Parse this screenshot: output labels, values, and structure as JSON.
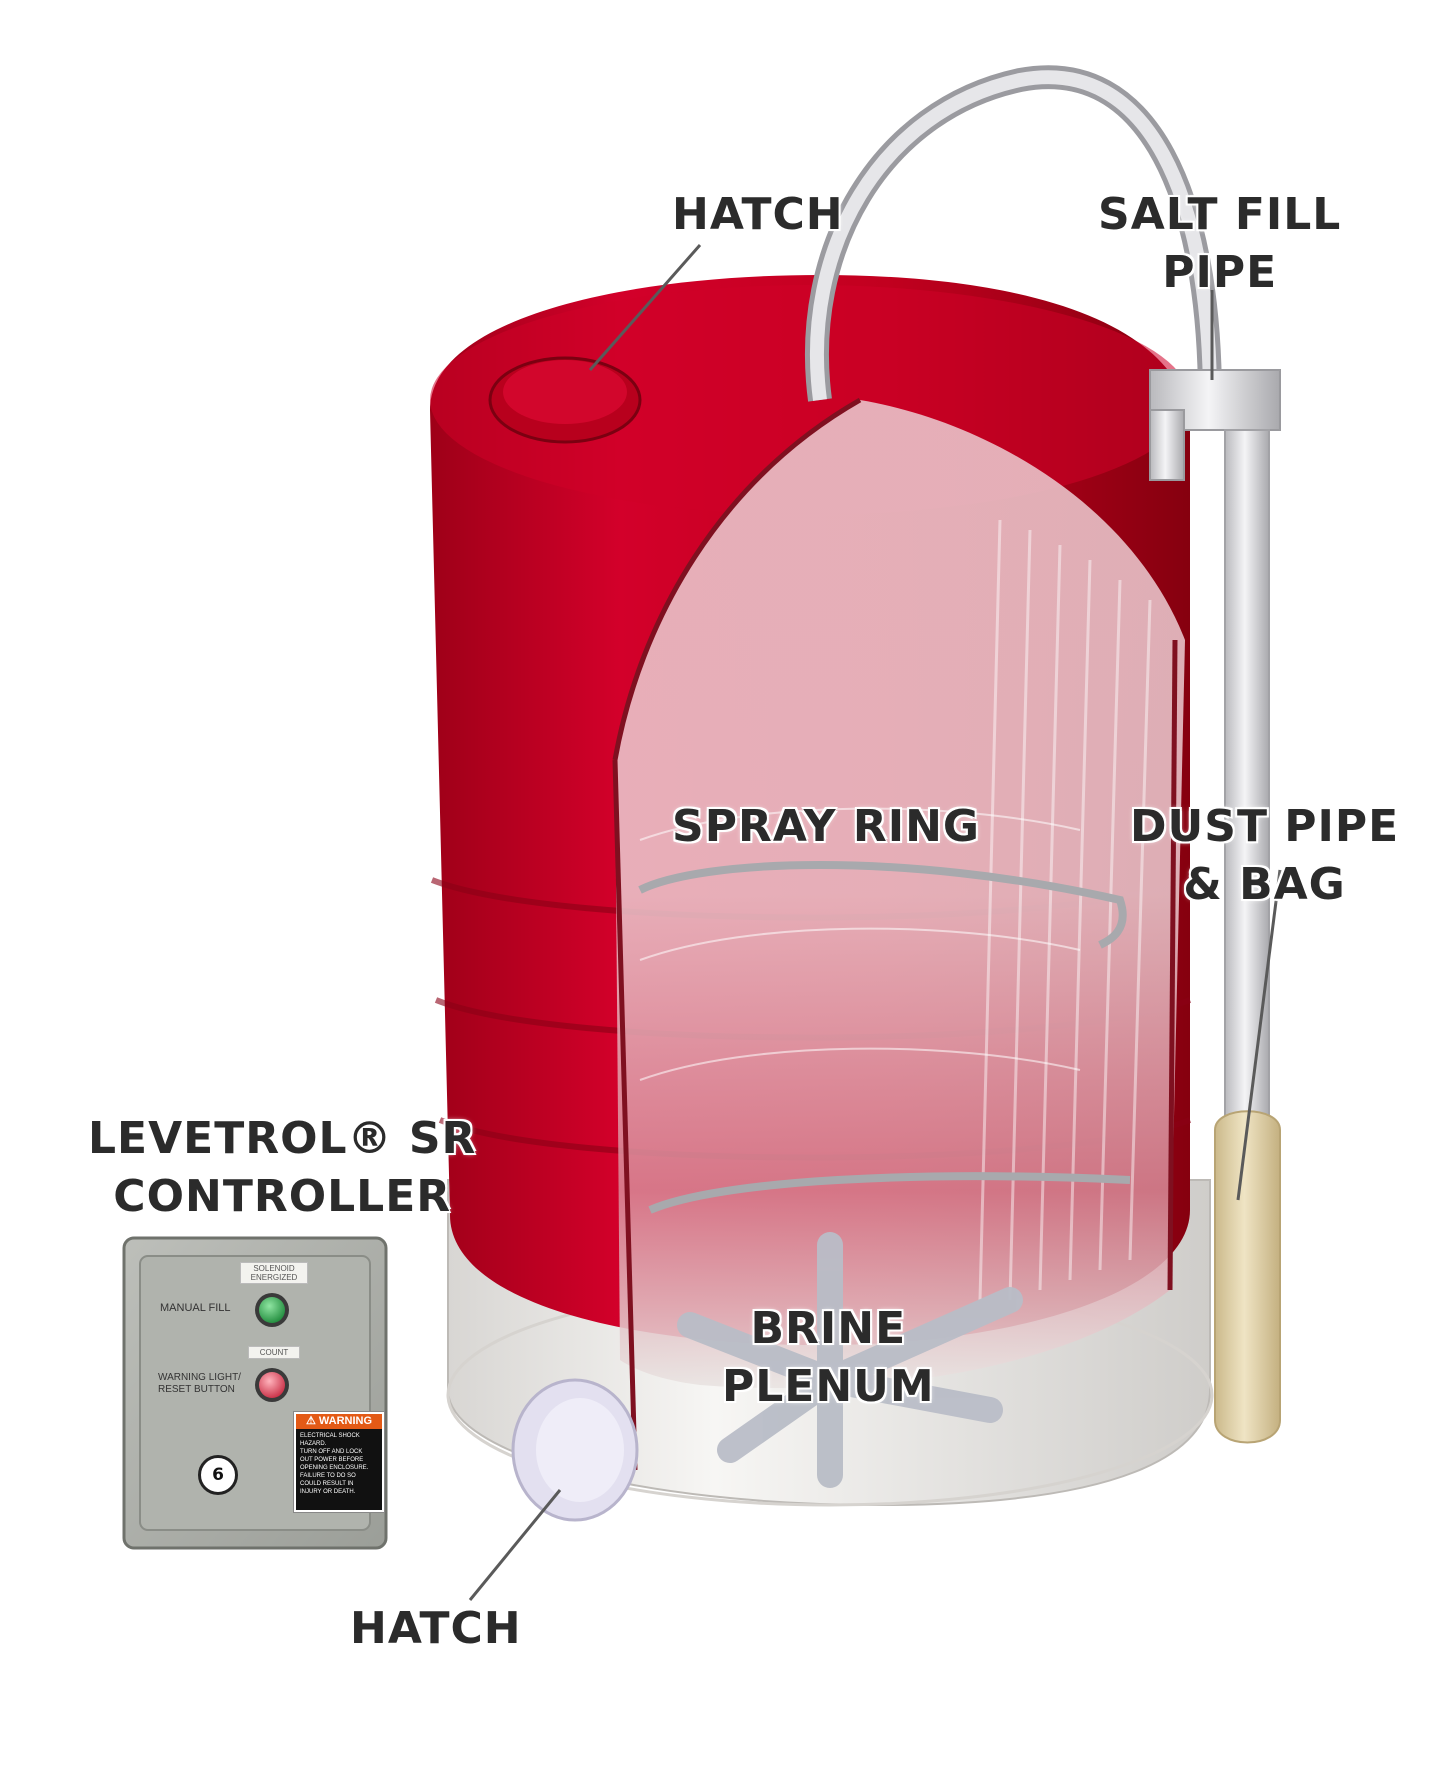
{
  "labels": {
    "hatch_top": "HATCH",
    "salt_fill_pipe_1": "SALT FILL",
    "salt_fill_pipe_2": "PIPE",
    "spray_ring": "SPRAY RING",
    "dust_pipe_1": "DUST PIPE",
    "dust_pipe_2": "& BAG",
    "controller_1": "LEVETROL® SR",
    "controller_2": "CONTROLLER",
    "brine_plenum_1": "BRINE",
    "brine_plenum_2": "PLENUM",
    "hatch_bottom": "HATCH"
  },
  "controller_panel": {
    "solenoid_label": "SOLENOID ENERGIZED",
    "manual_fill": "MANUAL FILL",
    "count_label": "COUNT",
    "warning_light_1": "WARNING LIGHT/",
    "warning_light_2": "RESET BUTTON",
    "warning_title": "⚠ WARNING",
    "warning_text": "ELECTRICAL SHOCK\nHAZARD.\nTURN OFF AND LOCK\nOUT POWER BEFORE\nOPENING ENCLOSURE.\nFAILURE TO DO SO\nCOULD RESULT IN\nINJURY OR DEATH.",
    "badge_number": "6"
  },
  "colors": {
    "tank_red": "#c8001e",
    "tank_dark_red": "#8e0016",
    "base_white": "#ebe9e6",
    "pipe_gray": "#d4d4d6",
    "bag_tan": "#e6d8b0",
    "panel_gray": "#a9aca6",
    "button_green": "#3cb05a",
    "button_red": "#e05060"
  }
}
